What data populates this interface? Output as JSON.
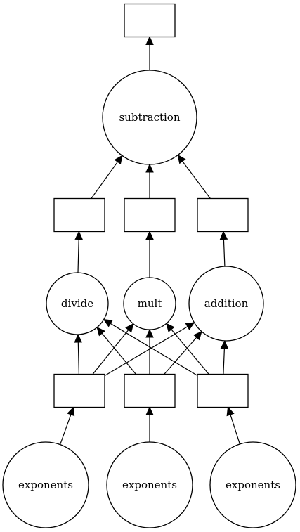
{
  "diagram": {
    "nodes": [
      {
        "id": "out",
        "shape": "box",
        "label": ""
      },
      {
        "id": "subtraction",
        "shape": "circle",
        "label": "subtraction"
      },
      {
        "id": "box_l",
        "shape": "box",
        "label": ""
      },
      {
        "id": "box_m",
        "shape": "box",
        "label": ""
      },
      {
        "id": "box_r",
        "shape": "box",
        "label": ""
      },
      {
        "id": "divide",
        "shape": "circle",
        "label": "divide"
      },
      {
        "id": "mult",
        "shape": "circle",
        "label": "mult"
      },
      {
        "id": "addition",
        "shape": "circle",
        "label": "addition"
      },
      {
        "id": "in_l",
        "shape": "box",
        "label": ""
      },
      {
        "id": "in_m",
        "shape": "box",
        "label": ""
      },
      {
        "id": "in_r",
        "shape": "box",
        "label": ""
      },
      {
        "id": "exp_l",
        "shape": "circle",
        "label": "exponents"
      },
      {
        "id": "exp_m",
        "shape": "circle",
        "label": "exponents"
      },
      {
        "id": "exp_r",
        "shape": "circle",
        "label": "exponents"
      }
    ],
    "edges": [
      {
        "from": "subtraction",
        "to": "out"
      },
      {
        "from": "box_l",
        "to": "subtraction"
      },
      {
        "from": "box_m",
        "to": "subtraction"
      },
      {
        "from": "box_r",
        "to": "subtraction"
      },
      {
        "from": "divide",
        "to": "box_l"
      },
      {
        "from": "mult",
        "to": "box_m"
      },
      {
        "from": "addition",
        "to": "box_r"
      },
      {
        "from": "in_l",
        "to": "divide"
      },
      {
        "from": "in_l",
        "to": "mult"
      },
      {
        "from": "in_l",
        "to": "addition"
      },
      {
        "from": "in_m",
        "to": "divide"
      },
      {
        "from": "in_m",
        "to": "mult"
      },
      {
        "from": "in_m",
        "to": "addition"
      },
      {
        "from": "in_r",
        "to": "divide"
      },
      {
        "from": "in_r",
        "to": "mult"
      },
      {
        "from": "in_r",
        "to": "addition"
      },
      {
        "from": "exp_l",
        "to": "in_l"
      },
      {
        "from": "exp_m",
        "to": "in_m"
      },
      {
        "from": "exp_r",
        "to": "in_r"
      }
    ]
  }
}
